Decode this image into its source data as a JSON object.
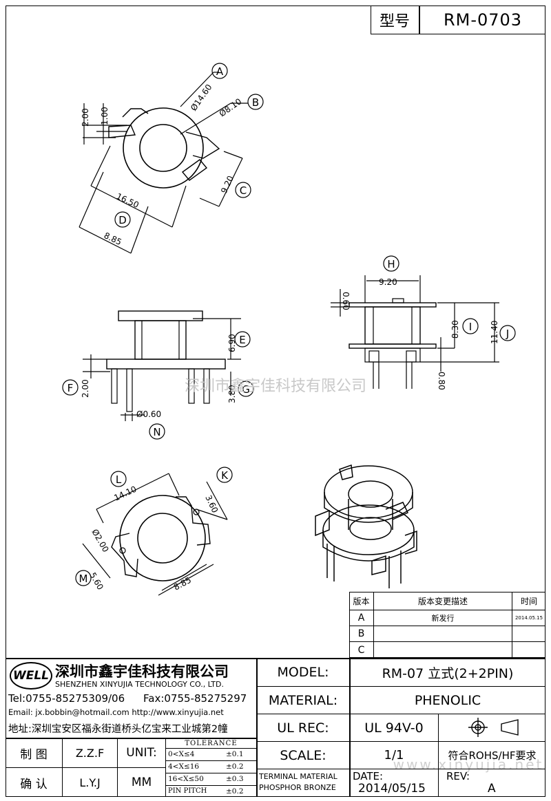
{
  "header": {
    "type_label": "型号",
    "model_code": "RM-0703"
  },
  "watermark": "深圳市鑫宇佳科技有限公司",
  "watermark_url": "www.xinyujia.net",
  "top_view": {
    "dims": {
      "a": "Ø14.60",
      "b": "Ø8.10",
      "c": "9.20",
      "d": "8.85",
      "w": "16.50",
      "t1": "2.00",
      "t2": "1.00"
    },
    "callouts": {
      "a": "A",
      "b": "B",
      "c": "C",
      "d": "D"
    }
  },
  "side_view": {
    "dims": {
      "e": "6.90",
      "f": "2.00",
      "g": "3.80",
      "n": "Ø0.60"
    },
    "callouts": {
      "e": "E",
      "f": "F",
      "g": "G",
      "n": "N"
    }
  },
  "front_view": {
    "dims": {
      "h": "9.20",
      "i": "8.30",
      "j": "11.40",
      "top": "0.60",
      "bottom": "0.80"
    },
    "callouts": {
      "h": "H",
      "i": "I",
      "j": "J"
    }
  },
  "bottom_view": {
    "dims": {
      "l": "14.10",
      "k": "3.60",
      "p": "Ø2.00",
      "m": "5.60",
      "d": "8.85"
    },
    "callouts": {
      "l": "L",
      "k": "K",
      "m": "M"
    }
  },
  "revision": {
    "headers": [
      "版本",
      "版本变更描述",
      "时间"
    ],
    "rows": [
      {
        "ver": "A",
        "desc": "新发行",
        "date": "2014.05.15"
      },
      {
        "ver": "B",
        "desc": "",
        "date": ""
      },
      {
        "ver": "C",
        "desc": "",
        "date": ""
      }
    ]
  },
  "company": {
    "logo": "WELL",
    "name_cn": "深圳市鑫宇佳科技有限公司",
    "name_en": "SHENZHEN XINYUJIA TECHNOLOGY CO., LTD.",
    "tel": "Tel:0755-85275309/06",
    "fax": "Fax:0755-85275297",
    "email": "Email: jx.bobbin@hotmail.com http://www.xinyujia.net",
    "address": "地址:深圳宝安区福永街道桥头亿宝来工业城第2幢"
  },
  "sign": {
    "draw_label": "制 图",
    "draw_name": "Z.Z.F",
    "check_label": "确 认",
    "check_name": "L.Y.J"
  },
  "unit": {
    "label": "UNIT:",
    "value": "MM"
  },
  "tolerance": {
    "title": "TOLERANCE",
    "rows": [
      {
        "range": "0<X≤4",
        "tol": "±0.1"
      },
      {
        "range": "4<X≤16",
        "tol": "±0.2"
      },
      {
        "range": "16<X≤50",
        "tol": "±0.3"
      },
      {
        "range": "PIN PITCH",
        "tol": "±0.2"
      }
    ]
  },
  "terminal": {
    "line1": "TERMINAL MATERIAL",
    "line2": "PHOSPHOR BRONZE"
  },
  "spec": {
    "model_label": "MODEL:",
    "model_value": "RM-07 立式(2+2PIN)",
    "material_label": "MATERIAL:",
    "material_value": "PHENOLIC",
    "ulrec_label": "UL REC:",
    "ulrec_value": "UL 94V-0",
    "scale_label": "SCALE:",
    "scale_value": "1/1",
    "rohs": "符合ROHS/HF要求",
    "date_label": "DATE:",
    "date_value": "2014/05/15",
    "rev_label": "REV:",
    "rev_value": "A"
  }
}
